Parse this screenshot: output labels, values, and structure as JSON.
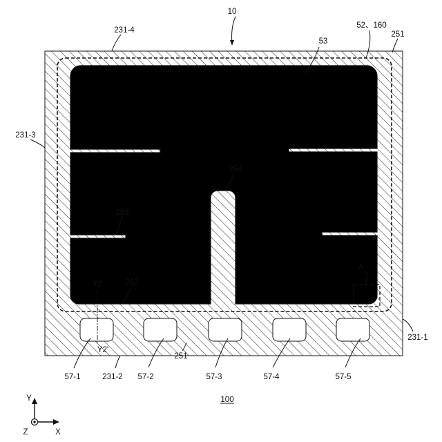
{
  "figure_ref": "10",
  "figure_number": "100",
  "labels": {
    "ref_52_160": "52、160",
    "ref_251_top": "251",
    "ref_53": "53",
    "ref_231_4": "231-4",
    "ref_231_3": "231-3",
    "ref_231_1": "231-1",
    "ref_231_2": "231-2",
    "ref_254": "254",
    "ref_253": "253",
    "ref_252": "252",
    "ref_a": "A",
    "ref_y2": "Y2",
    "ref_y2_prime": "Y2'",
    "ref_251_bottom": "251",
    "pads": [
      "57-1",
      "57-2",
      "57-3",
      "57-4",
      "57-5"
    ]
  },
  "axes": {
    "x": "X",
    "y": "Y",
    "z": "Z"
  },
  "colors": {
    "line": "#111111",
    "background": "#ffffff"
  }
}
